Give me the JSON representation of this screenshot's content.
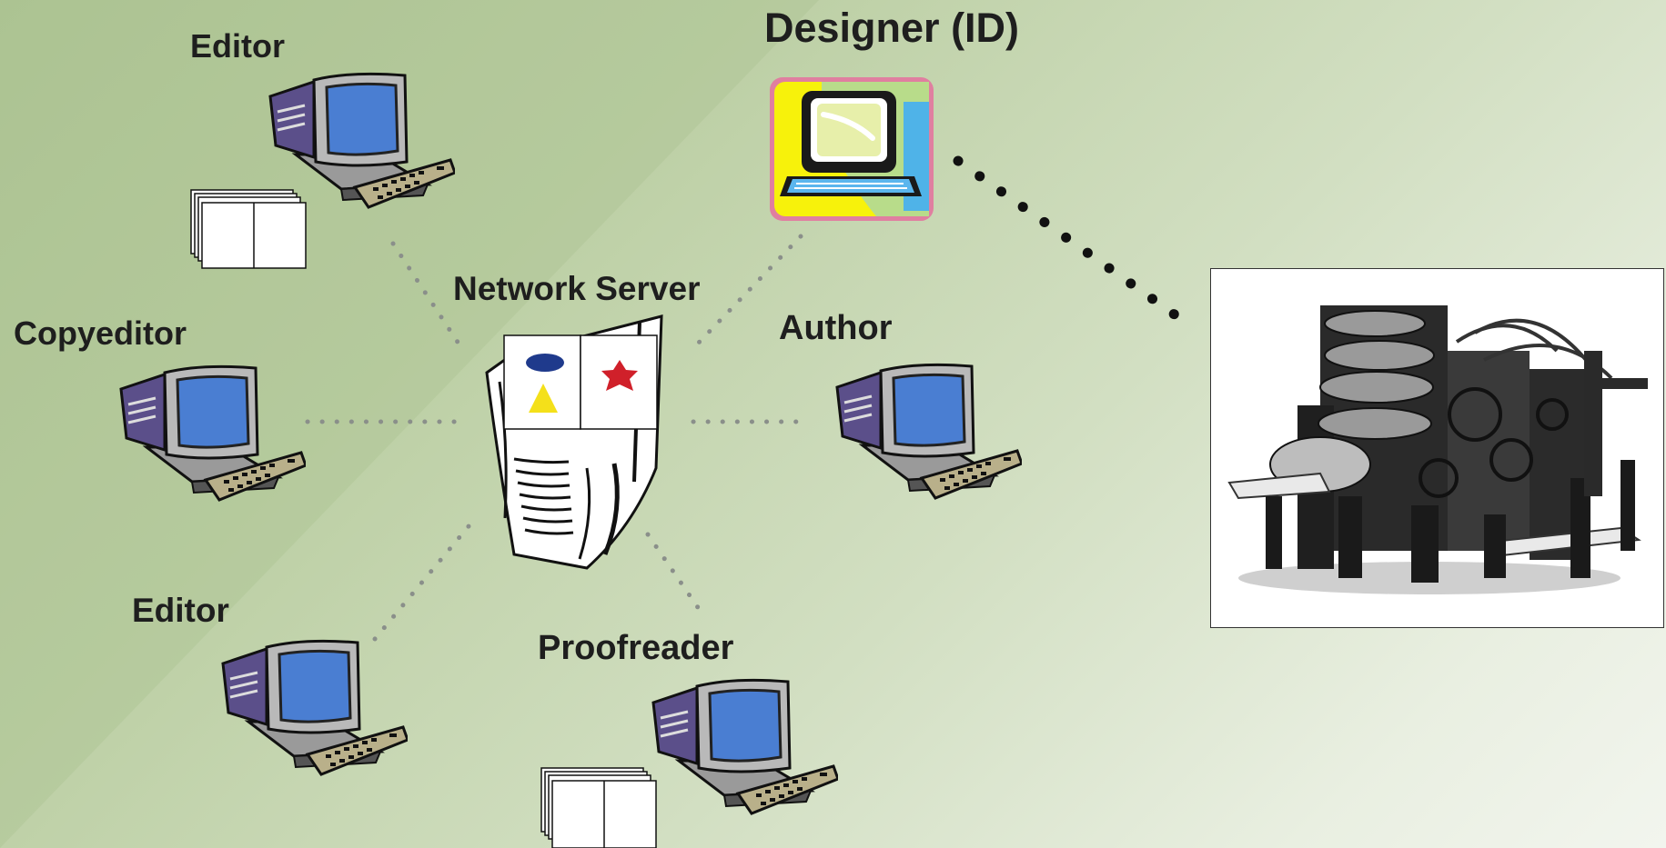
{
  "labels": {
    "editor_top": "Editor",
    "designer": "Designer (ID)",
    "network_server": "Network Server",
    "copyeditor": "Copyeditor",
    "author": "Author",
    "editor_bottom": "Editor",
    "proofreader": "Proofreader"
  },
  "icons": {
    "workstation": "computer-icon",
    "designer": "laptop-icon",
    "server": "server-tower-icon",
    "pages": "document-stack-icon",
    "press": "printing-press-icon"
  },
  "colors": {
    "background_left": "#aec594",
    "background_right": "#f2f5ee",
    "dotted_link": "#8a8f8a",
    "press_link": "#111111",
    "screen": "#4a7ed2",
    "ellipse": "#1f3a8c",
    "triangle": "#f4e01a",
    "star": "#d0202a"
  }
}
